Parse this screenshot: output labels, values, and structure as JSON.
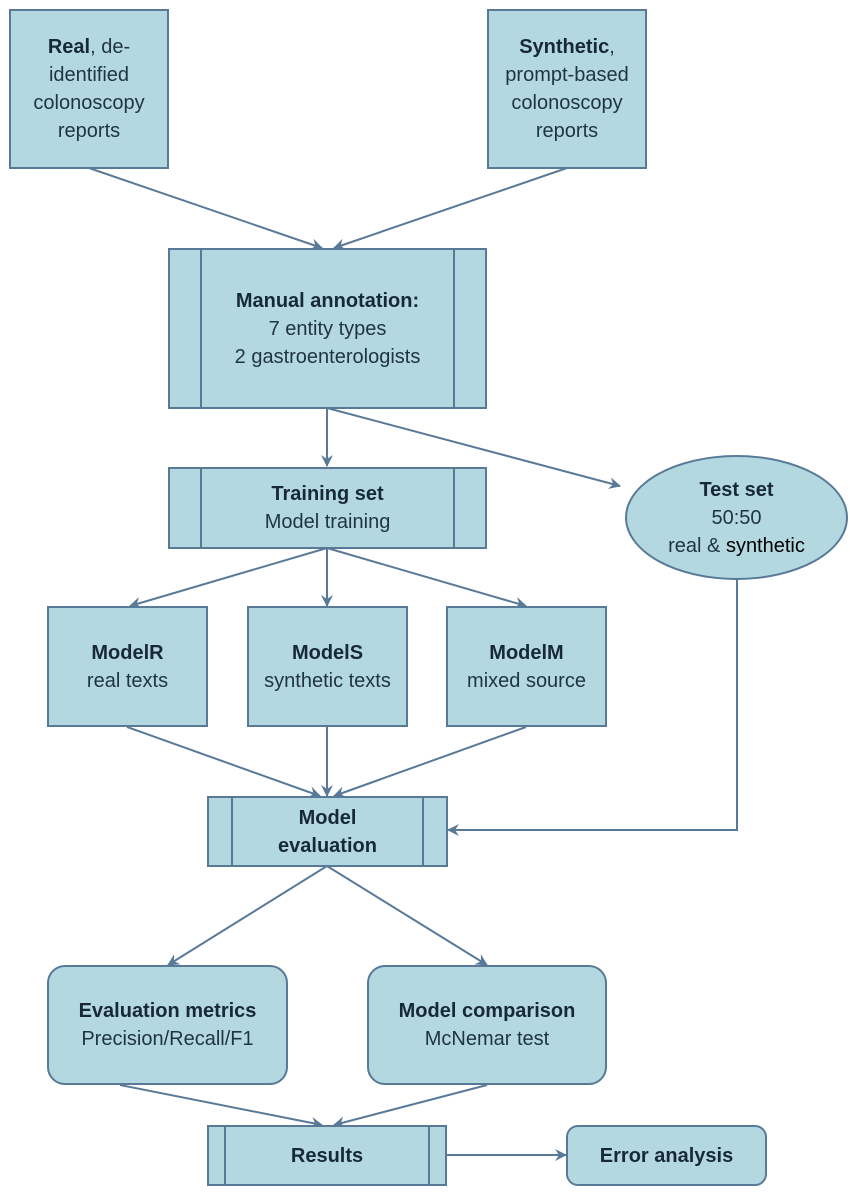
{
  "nodes": {
    "real": {
      "bold": "Real",
      "rest": ", de-identified",
      "line2": "colonoscopy",
      "line3": "reports"
    },
    "synthetic": {
      "bold": "Synthetic",
      "rest": ",",
      "line1": "prompt-based",
      "line2": "colonoscopy",
      "line3": "reports"
    },
    "annotation": {
      "title": "Manual annotation:",
      "line1": "7 entity types",
      "line2": "2 gastroenterologists"
    },
    "training": {
      "title": "Training set",
      "line1": "Model training"
    },
    "test": {
      "title": "Test set",
      "line1": "50:50",
      "line2a": "real & ",
      "line2b": "synthetic"
    },
    "modelR": {
      "title": "ModelR",
      "line1": "real texts"
    },
    "modelS": {
      "title": "ModelS",
      "line1": "synthetic texts"
    },
    "modelM": {
      "title": "ModelM",
      "line1": "mixed source"
    },
    "evaluation": {
      "title1": "Model",
      "title2": "evaluation"
    },
    "metrics": {
      "title": "Evaluation metrics",
      "line1": "Precision/Recall/F1"
    },
    "comparison": {
      "title": "Model comparison",
      "line1": "McNemar test"
    },
    "results": {
      "title": "Results"
    },
    "error": {
      "title": "Error analysis"
    }
  },
  "colors": {
    "fill": "#b3d8df",
    "stroke": "#587a98",
    "text": "#1f3346"
  }
}
